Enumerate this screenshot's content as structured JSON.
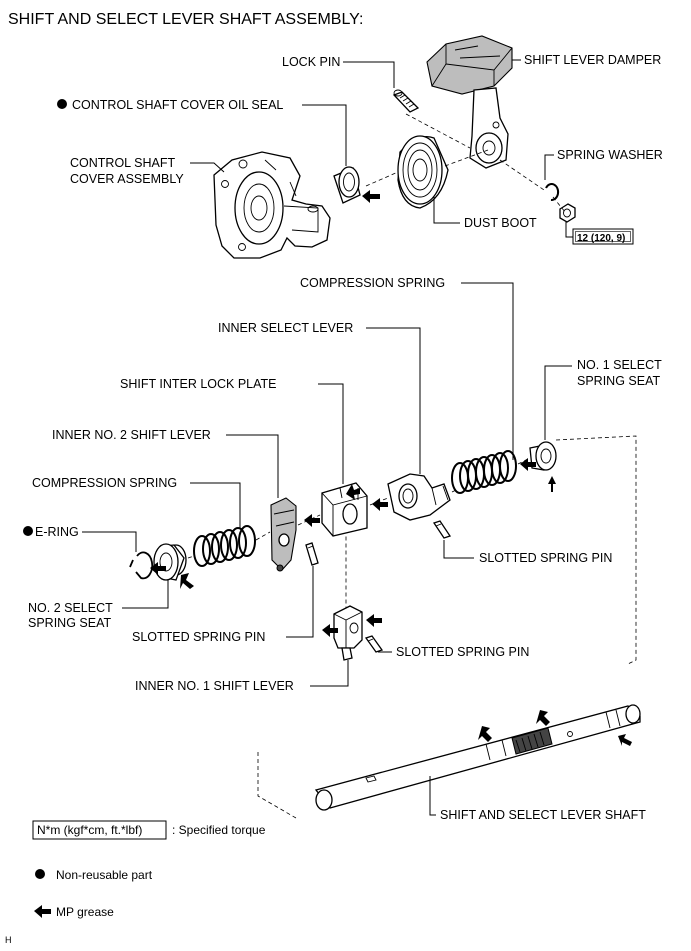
{
  "title": "SHIFT AND SELECT LEVER SHAFT ASSEMBLY:",
  "labels": {
    "lock_pin": "LOCK PIN",
    "shift_lever_damper": "SHIFT LEVER DAMPER",
    "control_shaft_cover_oil_seal": "CONTROL SHAFT COVER OIL SEAL",
    "control_shaft_cover_assembly_1": "CONTROL SHAFT",
    "control_shaft_cover_assembly_2": "COVER ASSEMBLY",
    "spring_washer": "SPRING WASHER",
    "dust_boot": "DUST BOOT",
    "torque_value": "12 (120, 9)",
    "compression_spring_upper": "COMPRESSION SPRING",
    "inner_select_lever": "INNER SELECT LEVER",
    "no1_select_spring_seat_1": "NO. 1 SELECT",
    "no1_select_spring_seat_2": "SPRING SEAT",
    "shift_inter_lock_plate": "SHIFT INTER LOCK PLATE",
    "inner_no2_shift_lever": "INNER NO. 2 SHIFT LEVER",
    "compression_spring_lower": "COMPRESSION SPRING",
    "e_ring": "E-RING",
    "slotted_spring_pin_right": "SLOTTED SPRING PIN",
    "no2_select_spring_seat_1": "NO. 2 SELECT",
    "no2_select_spring_seat_2": "SPRING SEAT",
    "slotted_spring_pin_left": "SLOTTED SPRING PIN",
    "slotted_spring_pin_lower": "SLOTTED SPRING PIN",
    "inner_no1_shift_lever": "INNER NO. 1 SHIFT LEVER",
    "shift_and_select_lever_shaft": "SHIFT AND SELECT LEVER SHAFT"
  },
  "legend": {
    "torque_box": "N*m (kgf*cm, ft.*lbf)",
    "torque_desc": ": Specified torque",
    "non_reusable": "Non-reusable part",
    "mp_grease": "MP grease"
  },
  "corner_mark": "H"
}
